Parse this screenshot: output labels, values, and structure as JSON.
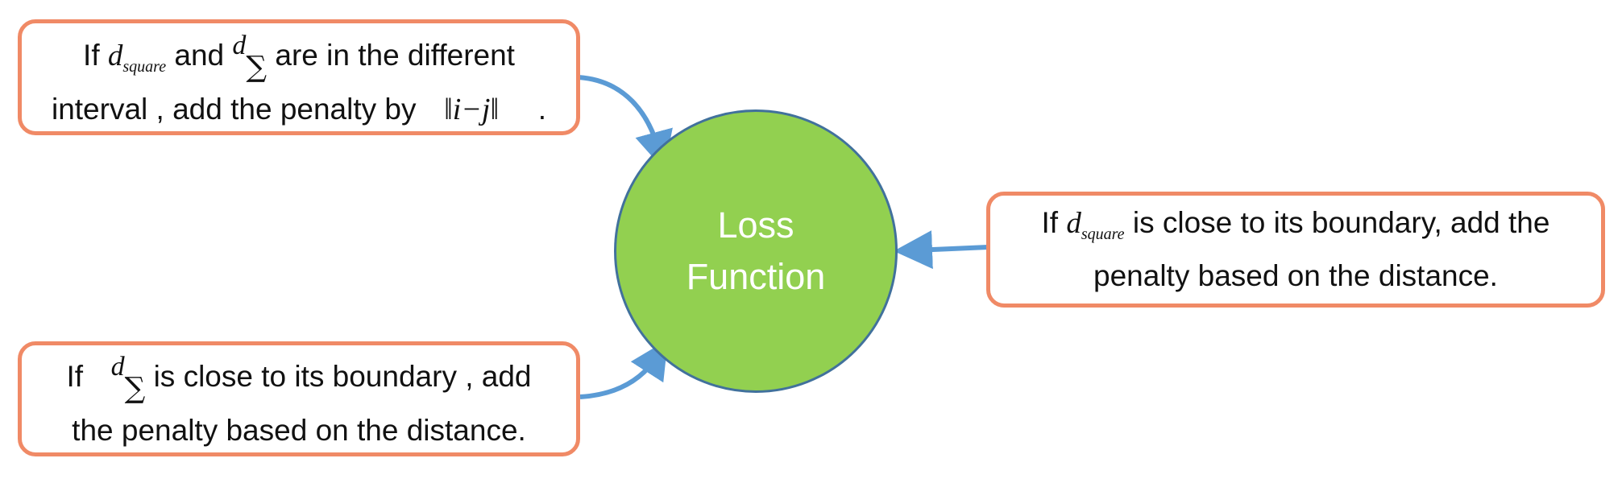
{
  "center": {
    "line1": "Loss",
    "line2": "Function"
  },
  "top_left": {
    "if": "If",
    "d": "d",
    "d_sub": "square",
    "and": "and",
    "d2": "d",
    "sigma": "∑",
    "rest1": "are in the different",
    "line2": "interval , add the penalty  by",
    "norm": "‖i−j‖",
    "period": "."
  },
  "bottom_left": {
    "if": "If",
    "d": "d",
    "sigma": "∑",
    "rest1": "is close to its boundary , add",
    "line2": "the penalty based on the distance."
  },
  "right": {
    "if": "If",
    "d": "d",
    "d_sub": "square",
    "rest1": "is close to its boundary, add the",
    "line2": "penalty based on the distance."
  },
  "colors": {
    "box_border": "#f08a66",
    "circle_fill": "#92d050",
    "circle_border": "#41719c",
    "arrow": "#5b9bd5"
  }
}
